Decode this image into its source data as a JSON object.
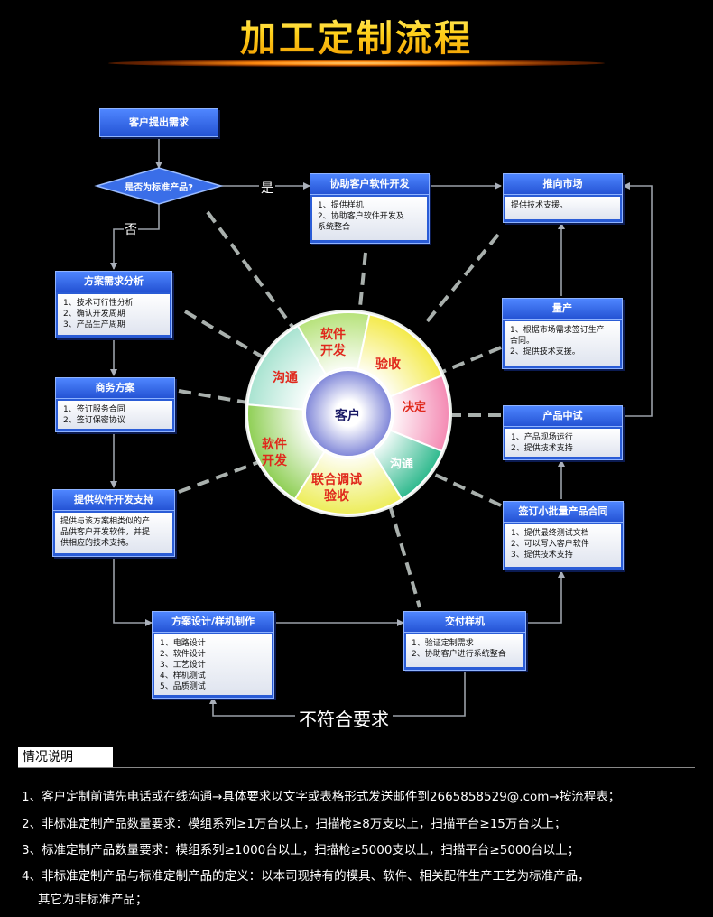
{
  "title": "加工定制流程",
  "nodes": {
    "client_request": {
      "title": "客户提出需求"
    },
    "decision": {
      "title": "是否为标准产品?"
    },
    "yes_label": "是",
    "no_label": "否",
    "assist_dev": {
      "title": "协助客户软件开发",
      "items": [
        "1、提供样机",
        "2、协助客户软件开发及",
        "系统整合"
      ]
    },
    "market": {
      "title": "推向市场",
      "items": [
        "提供技术支援。"
      ]
    },
    "requirement_analysis": {
      "title": "方案需求分析",
      "items": [
        "1、技术可行性分析",
        "2、确认开发周期",
        "3、产品生产周期"
      ]
    },
    "mass_production": {
      "title": "量产",
      "items": [
        "1、根据市场需求签订生产",
        "合同。",
        "2、提供技术支援。"
      ]
    },
    "business_plan": {
      "title": "商务方案",
      "items": [
        "1、签订服务合同",
        "2、签订保密协议"
      ]
    },
    "pilot_test": {
      "title": "产品中试",
      "items": [
        "1、产品现场运行",
        "2、提供技术支持"
      ]
    },
    "software_support": {
      "title": "提供软件开发支持",
      "items": [
        "提供与该方案相类似的产",
        "品供客户开发软件，并提",
        "供相应的技术支持。"
      ]
    },
    "small_batch": {
      "title": "签订小批量产品合同",
      "items": [
        "1、提供最终测试文档",
        "2、可以写入客户软件",
        "3、提供技术支持"
      ]
    },
    "design_sample": {
      "title": "方案设计/样机制作",
      "items": [
        "1、电路设计",
        "2、软件设计",
        "3、工艺设计",
        "4、样机测试",
        "5、品质测试"
      ]
    },
    "deliver_sample": {
      "title": "交付样机",
      "items": [
        "1、验证定制需求",
        "2、协助客户进行系统整合"
      ]
    },
    "reject_label": "不符合要求"
  },
  "wheel": {
    "center": "客户",
    "segments": [
      {
        "label": "沟通",
        "color": "#a8e3d0"
      },
      {
        "label": "软件\n开发",
        "color": "#b6e27a"
      },
      {
        "label": "验收",
        "color": "#f4ea4a"
      },
      {
        "label": "决定",
        "color": "#f48ab3"
      },
      {
        "label": "沟通",
        "color": "#2fb98d"
      },
      {
        "label": "联合调试\n验收",
        "color": "#eded5a"
      },
      {
        "label": "软件\n开发",
        "color": "#8fcf55"
      }
    ]
  },
  "notes": {
    "heading": "情况说明",
    "items": [
      "1、客户定制前请先电话或在线沟通→具体要求以文字或表格形式发送邮件到2665858529@.com→按流程表；",
      "2、非标准定制产品数量要求：模组系列≥1万台以上，扫描枪≥8万支以上，扫描平台≥15万台以上；",
      "3、标准定制产品数量要求：模组系列≥1000台以上，扫描枪≥5000支以上，扫描平台≥5000台以上；",
      "4、非标准定制产品与标准定制产品的定义：以本司现持有的模具、软件、相关配件生产工艺为标准产品，",
      "其它为非标准产品；"
    ]
  },
  "colors": {
    "box_header": "#2a5cd6",
    "box_border": "#8fb3ff",
    "connector": "#9aa0aa",
    "spoke": "#9aa0a0",
    "title_gold": "#ffd21c"
  }
}
